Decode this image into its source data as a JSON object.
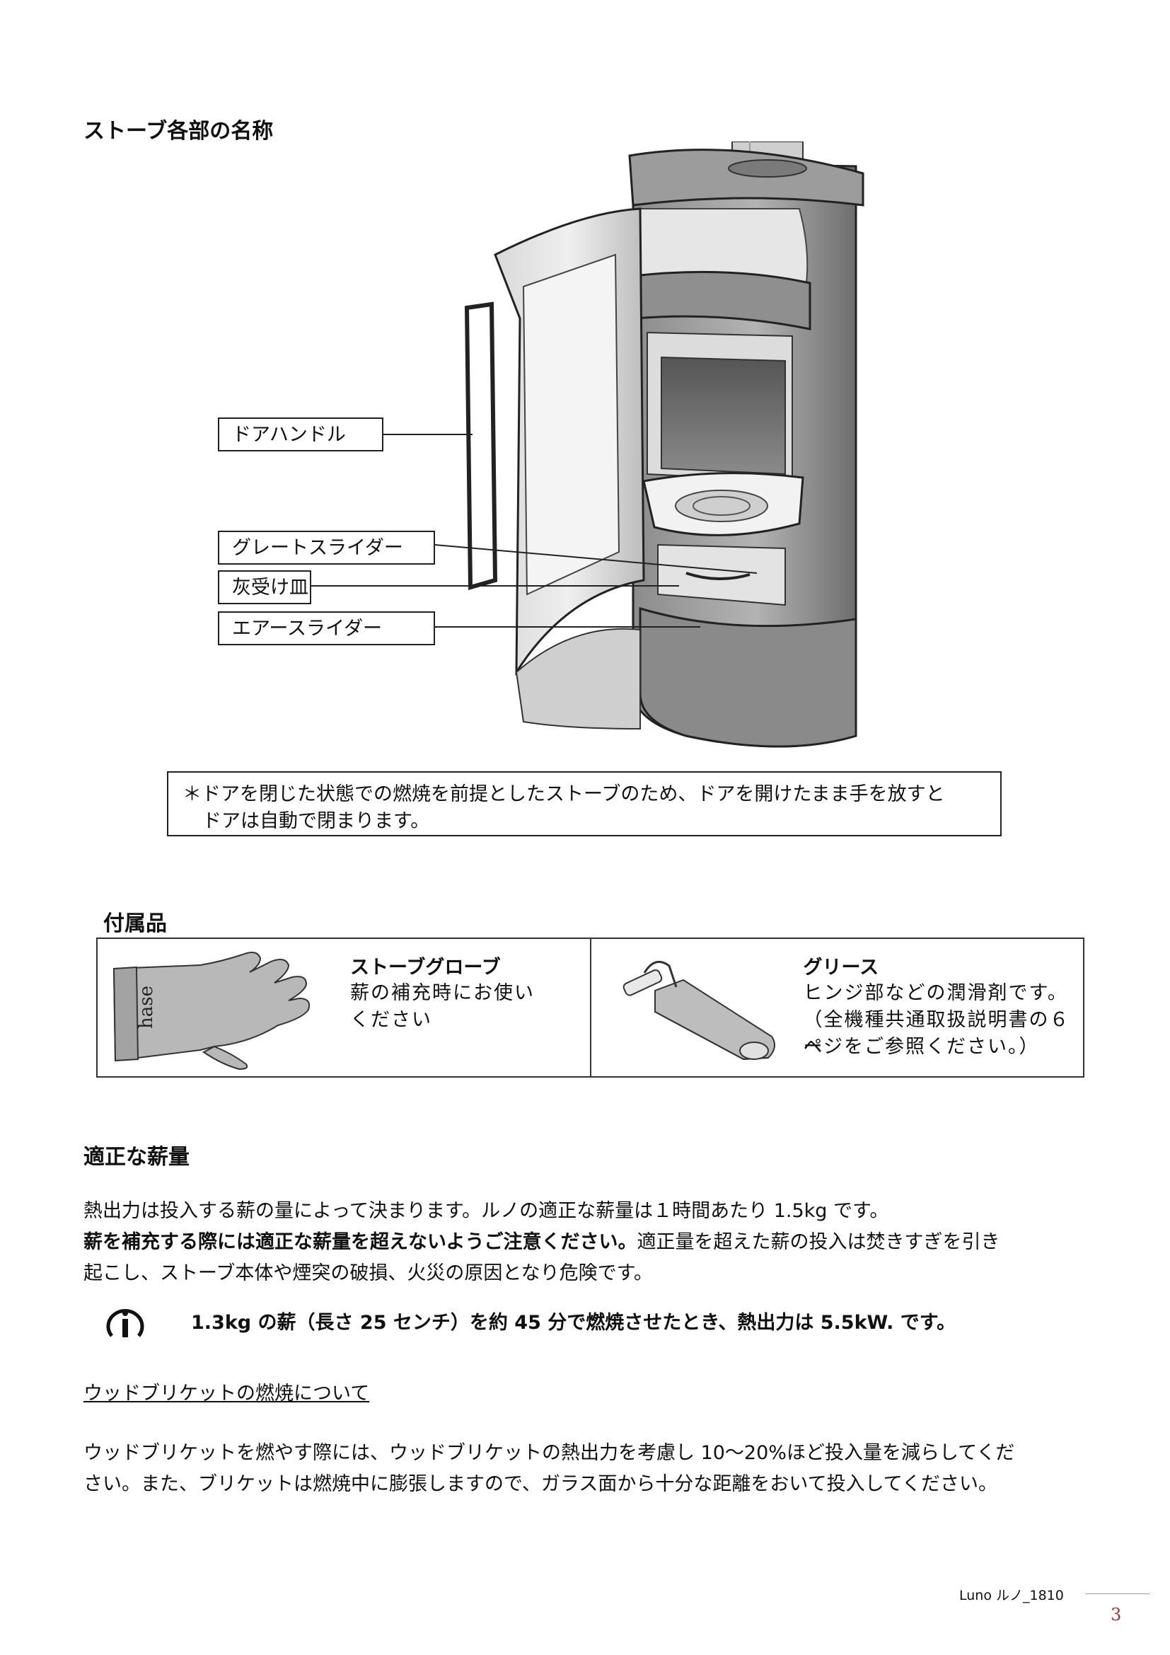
{
  "section_parts": {
    "title": "ストーブ各部の名称",
    "labels": {
      "door_handle": "ドアハンドル",
      "grate_slider": "グレートスライダー",
      "ash_pan": "灰受け皿",
      "air_slider": "エアースライダー"
    },
    "note_mark": "＊",
    "note_line1": "ドアを閉じた状態での燃焼を前提としたストーブのため、ドアを開けたまま手を放すと",
    "note_line2": "ドアは自動で閉まります。"
  },
  "section_accessories": {
    "title": "付属品",
    "glove": {
      "name": "ストーブグローブ",
      "desc_line1": "薪の補充時にお使い",
      "desc_line2": "ください",
      "brand": "hase"
    },
    "grease": {
      "name": "グリース",
      "desc_line1": "ヒンジ部などの潤滑剤です。",
      "desc_line2": "（全機種共通取扱説明書の６ペ",
      "desc_line3": "ージをご参照ください。）"
    }
  },
  "section_wood": {
    "title": "適正な薪量",
    "para1_line1": "熱出力は投入する薪の量によって決まります。ルノの適正な薪量は１時間あたり 1.5kg です。",
    "para1_line2_bold": "薪を補充する際には適正な薪量を超えないようご注意ください。",
    "para1_line2_rest": "適正量を超えた薪の投入は焚きすぎを引き",
    "para1_line3": "起こし、ストーブ本体や煙突の破損、火災の原因となり危険です。",
    "info_text": "1.3kg の薪（長さ 25 センチ）を約 45 分で燃焼させたとき、熱出力は 5.5kW. です。",
    "subheading": "ウッドブリケットの燃焼について",
    "para2_line1": "ウッドブリケットを燃やす際には、ウッドブリケットの熱出力を考慮し 10～20%ほど投入量を減らしてくだ",
    "para2_line2": "さい。また、ブリケットは燃焼中に膨張しますので、ガラス面から十分な距離をおいて投入してください。"
  },
  "footer": {
    "model": "Luno ルノ_1810",
    "page_number": "3"
  }
}
